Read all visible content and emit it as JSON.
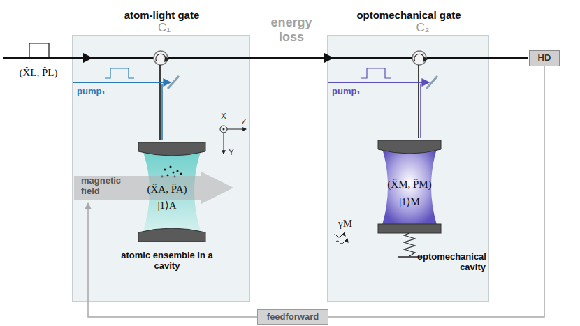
{
  "diagram": {
    "nodes": [
      {
        "text": [
          "atom-light gate"
        ]
      },
      {
        "text": [
          "(X̂A, P̂A)",
          "|1⟩A",
          "atomic ensemble in a cavity"
        ],
        "in": 0
      },
      {
        "text": [
          "magnetic field"
        ],
        "in": 0
      },
      {
        "text": [
          "optomechanical gate"
        ]
      },
      {
        "text": [
          "(X̂M, P̂M)",
          "|1⟩M",
          "optomechanical cavity"
        ],
        "in": 3
      },
      {
        "text": [
          "HD"
        ]
      },
      {
        "text": [
          "feedforward"
        ]
      }
    ],
    "edges": [
      {
        "from": 5,
        "to": 6,
        "arrow": "none"
      },
      {
        "from": 6,
        "to": 2,
        "arrow": "to"
      }
    ],
    "labels": [
      "C₁",
      "C₂",
      "energy loss",
      "(X̂L, P̂L)",
      "pump₁",
      "pump₁",
      "X",
      "Z",
      "Y",
      "γM"
    ]
  }
}
